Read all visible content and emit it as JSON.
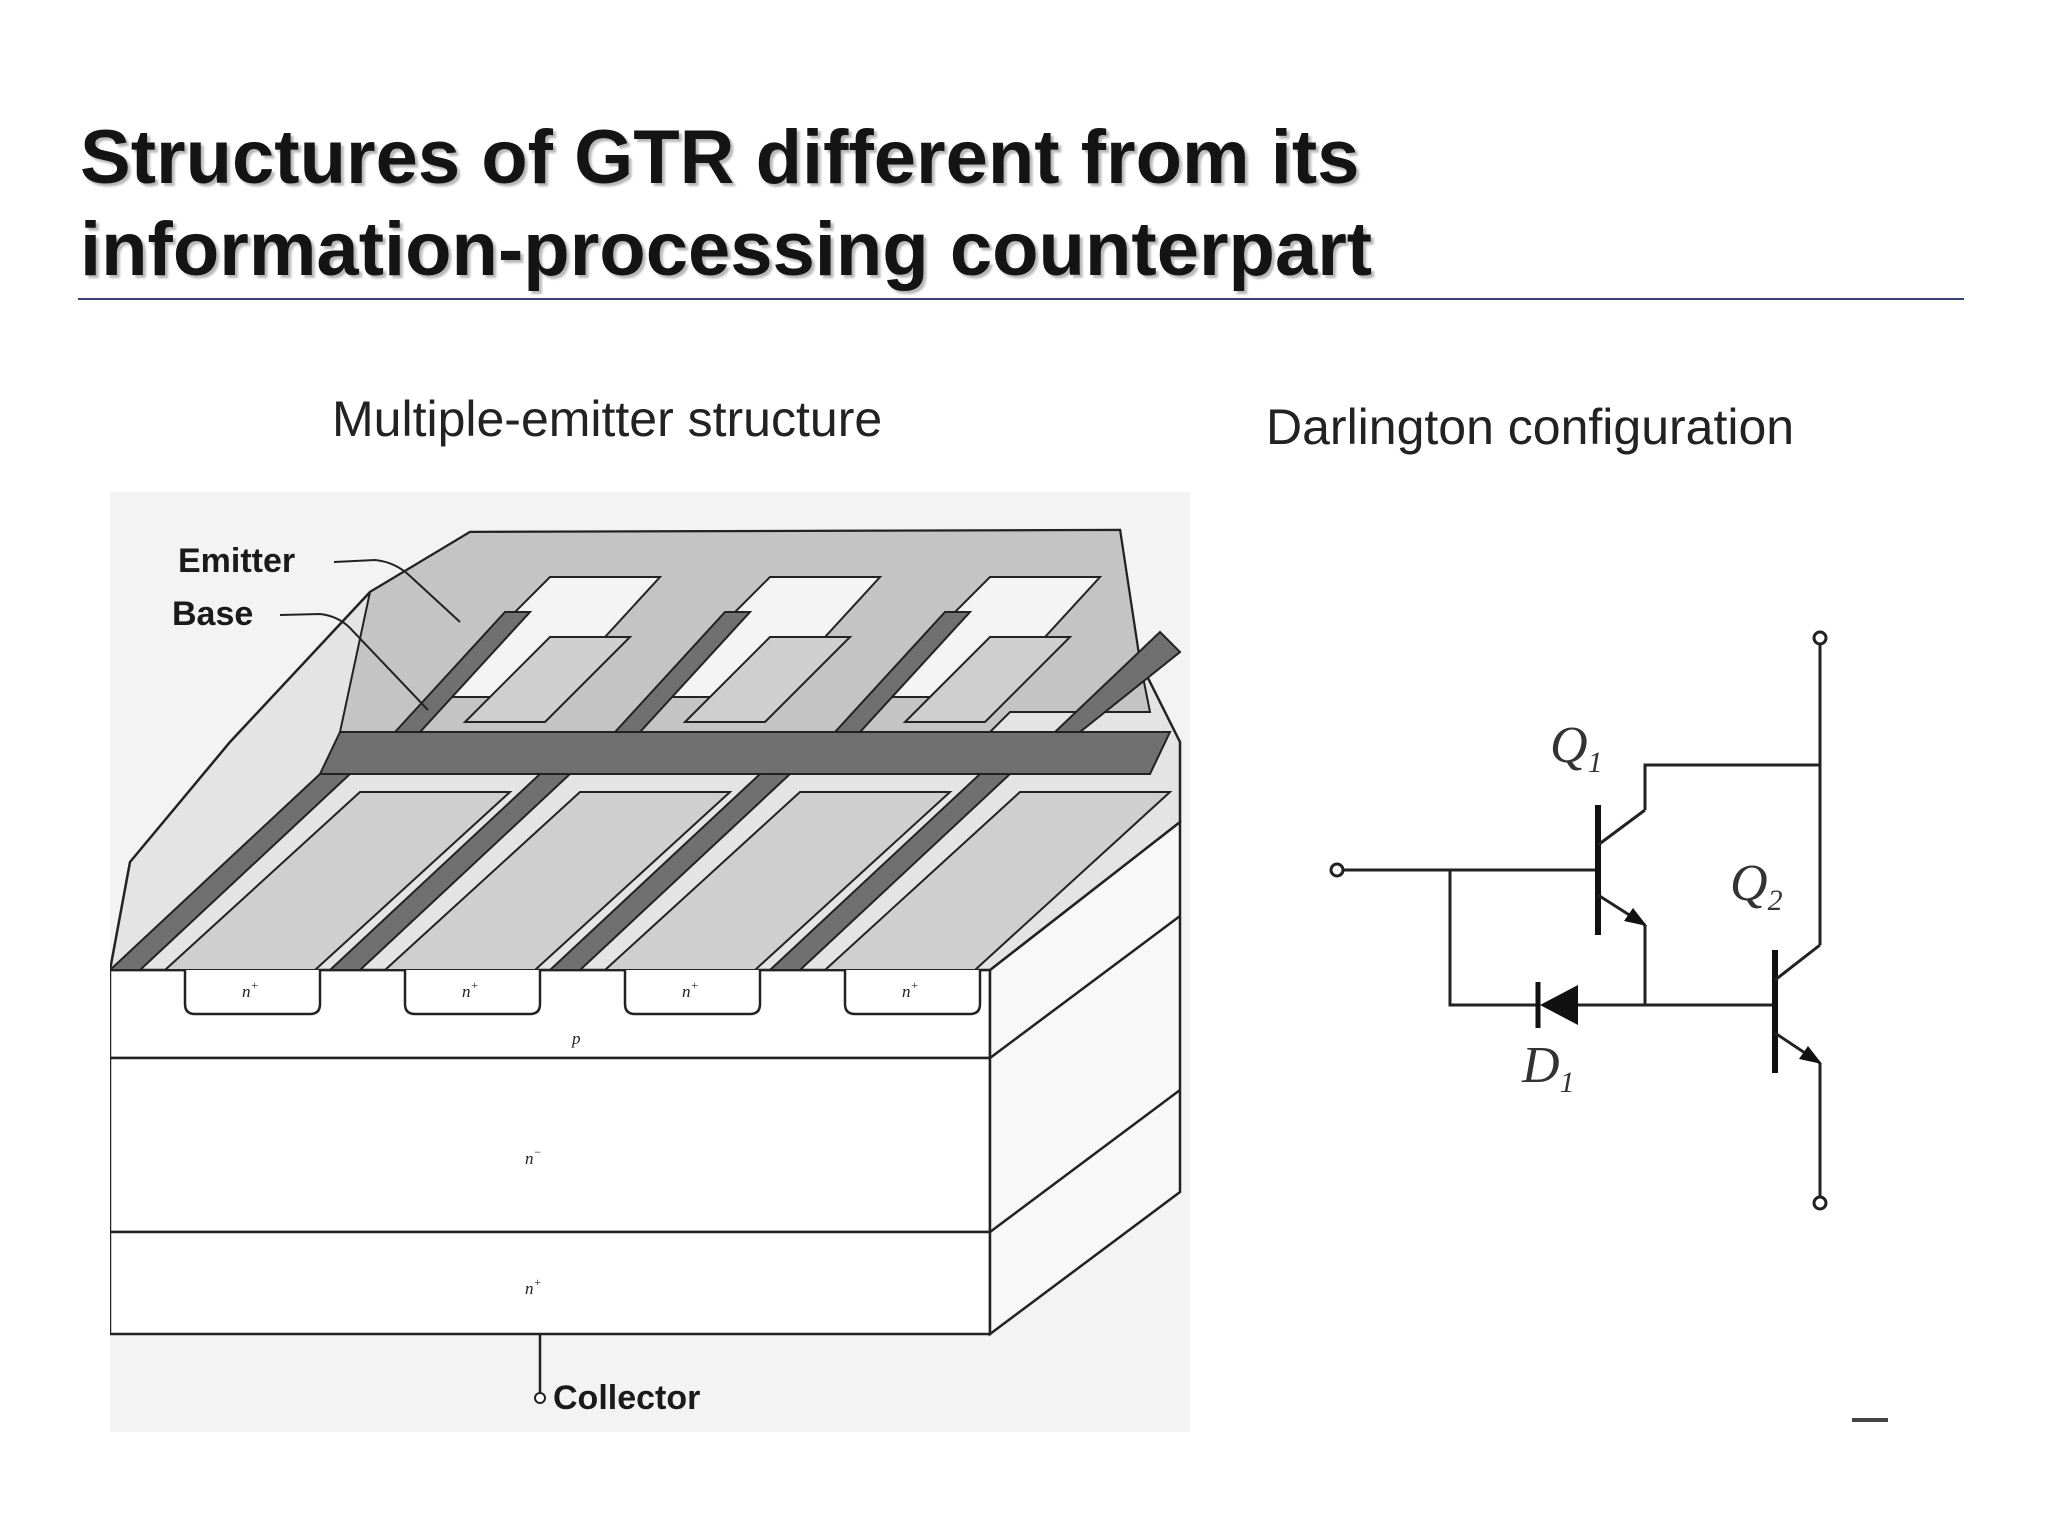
{
  "title": {
    "line1": "Structures of GTR different from its",
    "line2": "information-processing counterpart"
  },
  "left_figure": {
    "caption": "Multiple-emitter structure",
    "labels": {
      "emitter": "Emitter",
      "base": "Base",
      "collector": "Collector"
    },
    "regions": {
      "n_plus_well": "n",
      "n_plus_sup": "+",
      "p_layer": "p",
      "n_minus": "n",
      "n_minus_sup": "−",
      "n_plus_sub": "n",
      "n_plus_sub_sup": "+"
    }
  },
  "right_figure": {
    "caption": "Darlington configuration",
    "components": {
      "q1": "Q",
      "q1_sub": "1",
      "q2": "Q",
      "q2_sub": "2",
      "d1": "D",
      "d1_sub": "1"
    }
  },
  "colors": {
    "title_text": "#141414",
    "title_rule": "#39407a",
    "metal_dark": "#707070",
    "metal_light": "#c4c4c4",
    "figure_background": "#f3f3f3"
  }
}
